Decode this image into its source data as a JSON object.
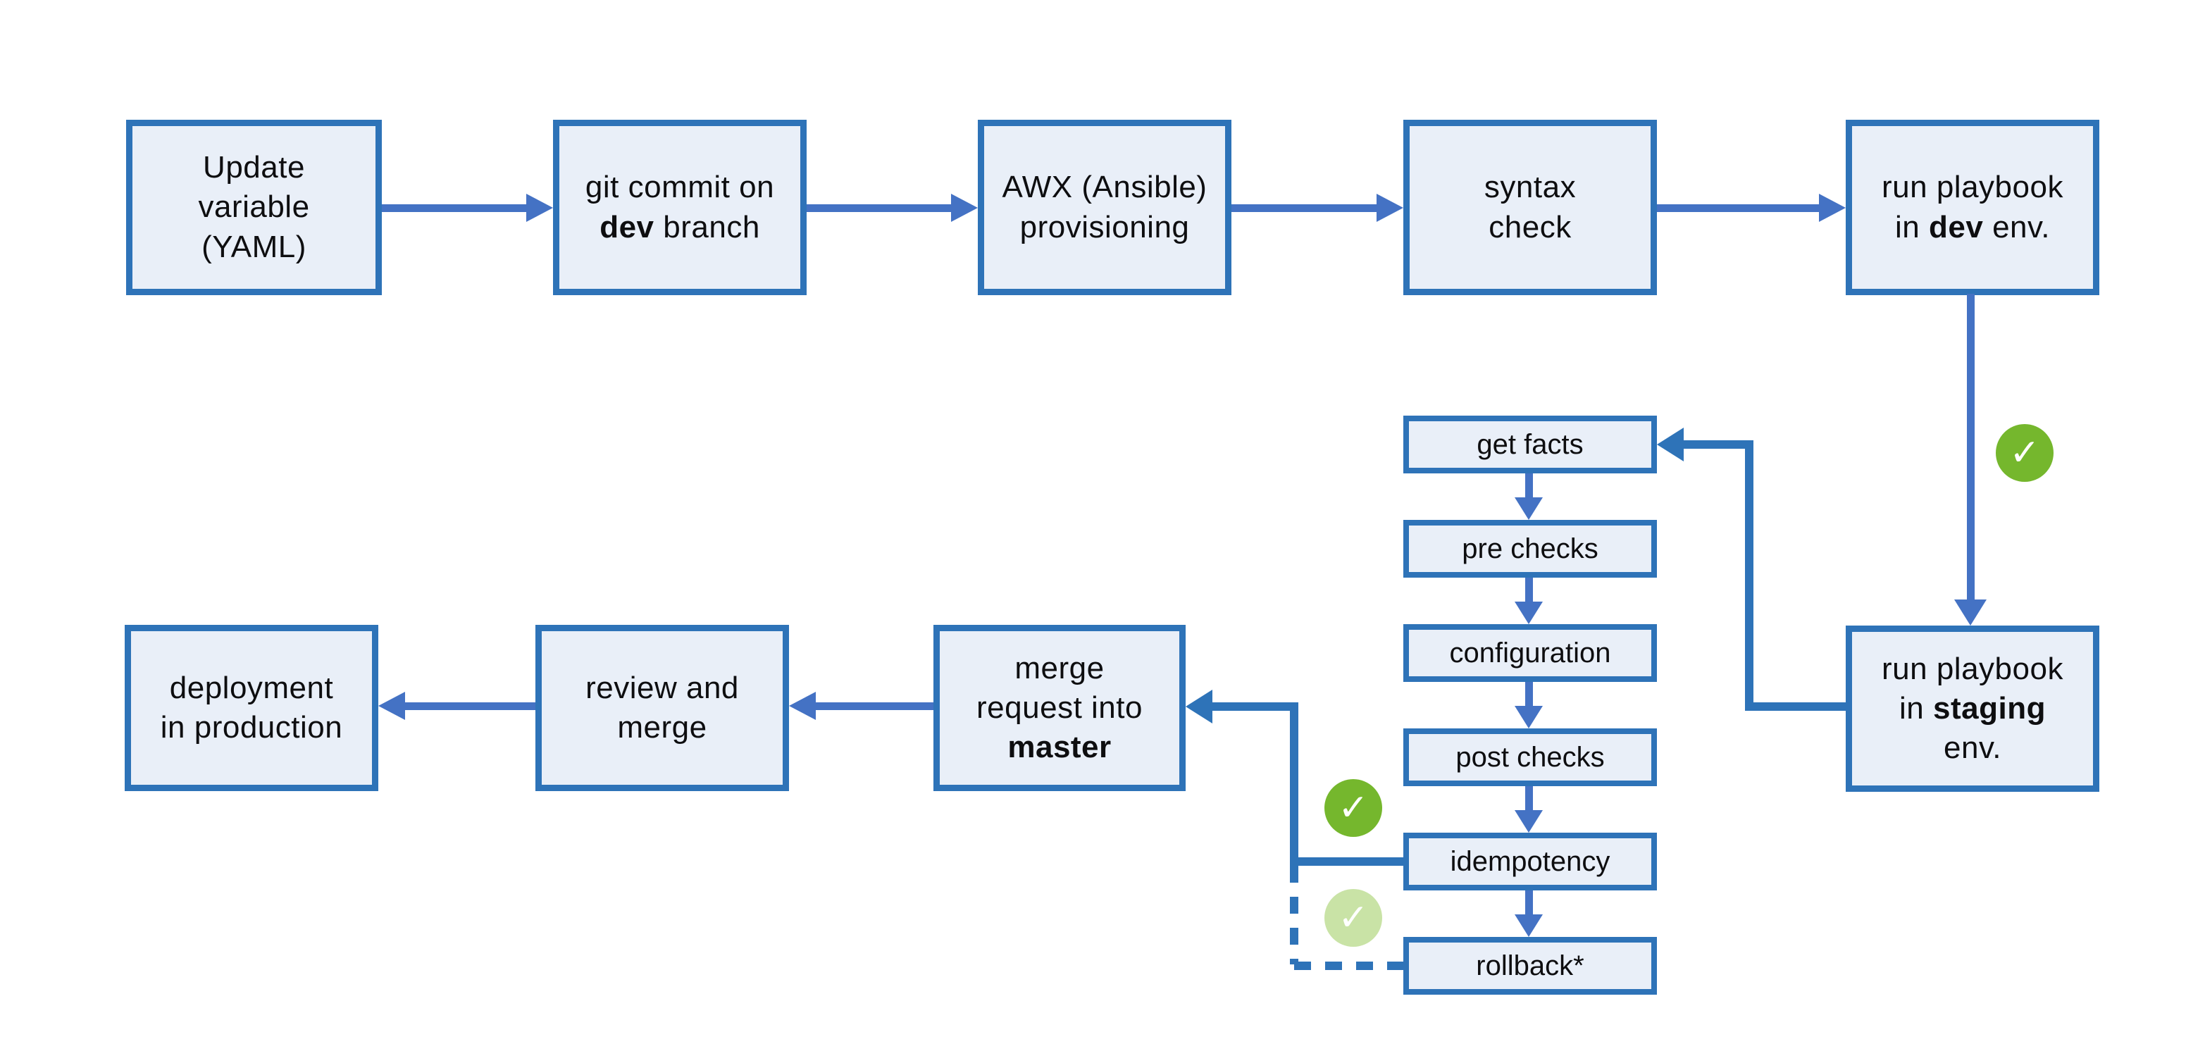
{
  "diagram": {
    "kind": "flowchart",
    "colors": {
      "box_border": "#2E73B8",
      "box_fill": "#E9EFF8",
      "connector_blue": "#4472C4",
      "elbow_connector_blue": "#2E73B8",
      "check_green": "#75B72D",
      "check_light_green": "#C9E3A6",
      "text": "#0E0E10",
      "background": "#FFFFFF"
    }
  },
  "icons": {
    "check": "✓"
  },
  "nodes": {
    "update_variable": {
      "line1": "Update",
      "line2": "variable",
      "line3": "(YAML)"
    },
    "git_commit": {
      "line1": "git commit on",
      "line2_bold": "dev",
      "line2_rest": " branch"
    },
    "awx_provisioning": {
      "line1": "AWX (Ansible)",
      "line2": "provisioning"
    },
    "syntax_check": {
      "line1": "syntax",
      "line2": "check"
    },
    "run_dev": {
      "line1": "run playbook",
      "line2_pre": "in ",
      "line2_bold": "dev",
      "line2_post": " env."
    },
    "run_staging": {
      "line1": "run playbook",
      "line2_pre": "in ",
      "line2_bold": "staging",
      "line3": "env."
    },
    "get_facts": {
      "label": "get facts"
    },
    "pre_checks": {
      "label": "pre checks"
    },
    "configuration": {
      "label": "configuration"
    },
    "post_checks": {
      "label": "post checks"
    },
    "idempotency": {
      "label": "idempotency"
    },
    "rollback": {
      "label": "rollback*"
    },
    "merge_request": {
      "line1": "merge",
      "line2": "request into",
      "line3_bold": "master"
    },
    "review_merge": {
      "line1": "review and",
      "line2": "merge"
    },
    "deployment": {
      "line1": "deployment",
      "line2": "in production"
    }
  },
  "edges": [
    {
      "from": "update_variable",
      "to": "git_commit",
      "style": "solid-arrow"
    },
    {
      "from": "git_commit",
      "to": "awx_provisioning",
      "style": "solid-arrow"
    },
    {
      "from": "awx_provisioning",
      "to": "syntax_check",
      "style": "solid-arrow"
    },
    {
      "from": "syntax_check",
      "to": "run_dev",
      "style": "solid-arrow"
    },
    {
      "from": "run_dev",
      "to": "run_staging",
      "style": "solid-arrow",
      "badge": "check-green"
    },
    {
      "from": "run_staging",
      "to": "get_facts",
      "style": "elbow-arrow"
    },
    {
      "from": "get_facts",
      "to": "pre_checks",
      "style": "solid-arrow"
    },
    {
      "from": "pre_checks",
      "to": "configuration",
      "style": "solid-arrow"
    },
    {
      "from": "configuration",
      "to": "post_checks",
      "style": "solid-arrow"
    },
    {
      "from": "post_checks",
      "to": "idempotency",
      "style": "solid-arrow"
    },
    {
      "from": "idempotency",
      "to": "rollback",
      "style": "solid-arrow"
    },
    {
      "from": "idempotency",
      "to": "merge_request",
      "style": "elbow-arrow",
      "badge": "check-green"
    },
    {
      "from": "rollback",
      "to": "merge_request",
      "style": "dashed-elbow",
      "badge": "check-light-green"
    },
    {
      "from": "merge_request",
      "to": "review_merge",
      "style": "solid-arrow"
    },
    {
      "from": "review_merge",
      "to": "deployment",
      "style": "solid-arrow"
    }
  ]
}
